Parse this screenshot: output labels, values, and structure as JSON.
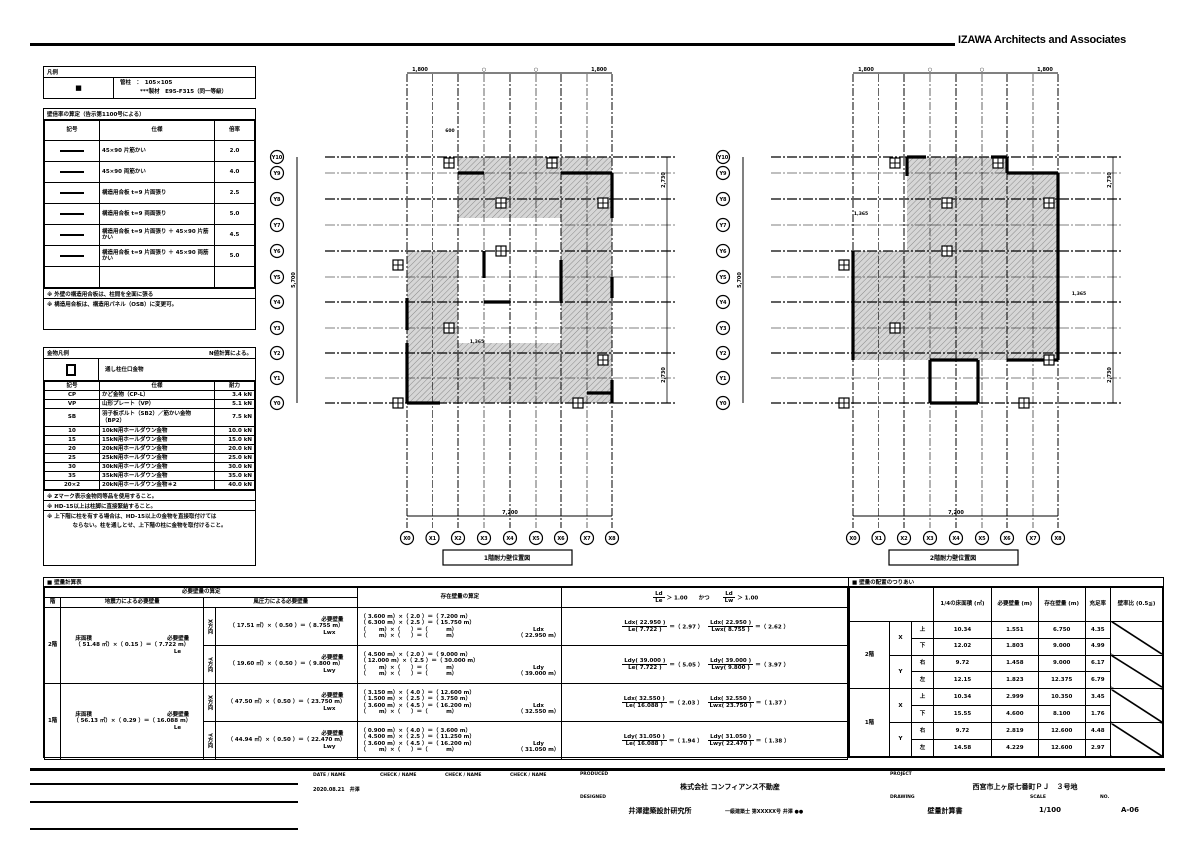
{
  "header": {
    "brand": "IZAWA Architects and Associates"
  },
  "legend_column": {
    "title": "凡例",
    "symbol": "■",
    "line1": "管柱　：　105×105",
    "line2": "***製材　E95-F315（同一等級）"
  },
  "legend_wall": {
    "title": "壁倍率の算定（告示第1100号による）",
    "headers": [
      "記号",
      "仕様",
      "倍率"
    ],
    "rows": [
      {
        "spec": "45×90 片筋かい",
        "rate": "2.0"
      },
      {
        "spec": "45×90 両筋かい",
        "rate": "4.0"
      },
      {
        "spec": "構造用合板 t=9 片面張り",
        "rate": "2.5"
      },
      {
        "spec": "構造用合板 t=9 両面張り",
        "rate": "5.0"
      },
      {
        "spec": "構造用合板 t=9 片面張り ＋ 45×90 片筋かい",
        "rate": "4.5"
      },
      {
        "spec": "構造用合板 t=9 片面張り ＋ 45×90 両筋かい",
        "rate": "5.0"
      }
    ],
    "notes": [
      "※ 外壁の構造用合板は、柱間を全面に張る",
      "※ 構造用合板は、構造用パネル（OSB）に変更可。"
    ]
  },
  "legend_hardware": {
    "title": "金物凡例",
    "title_right": "N値計算による。",
    "through_column": "通し柱仕口金物",
    "headers": [
      "記号",
      "仕様",
      "耐力"
    ],
    "rows": [
      {
        "code": "CP",
        "spec": "かど金物（CP-L）",
        "cap": "3.4 kN"
      },
      {
        "code": "VP",
        "spec": "山形プレート（VP）",
        "cap": "5.1 kN"
      },
      {
        "code": "SB",
        "spec": "羽子板ボルト（SB2）／筋かい金物 （BP2）",
        "cap": "7.5 kN"
      },
      {
        "code": "10",
        "spec": "10kN用ホールダウン金物",
        "cap": "10.0 kN"
      },
      {
        "code": "15",
        "spec": "15kN用ホールダウン金物",
        "cap": "15.0 kN"
      },
      {
        "code": "20",
        "spec": "20kN用ホールダウン金物",
        "cap": "20.0 kN"
      },
      {
        "code": "25",
        "spec": "25kN用ホールダウン金物",
        "cap": "25.0 kN"
      },
      {
        "code": "30",
        "spec": "30kN用ホールダウン金物",
        "cap": "30.0 kN"
      },
      {
        "code": "35",
        "spec": "35kN用ホールダウン金物",
        "cap": "35.0 kN"
      },
      {
        "code": "20×2",
        "spec": "20kN用ホールダウン金物＊2",
        "cap": "40.0 kN"
      }
    ],
    "notes": [
      "※ Zマーク表示金物同等品を使用すること。",
      "※ HD-15以上は柱脚に直接緊結すること。",
      "※ 上下階に柱を有する場合は、HD-15以上の金物を直接取付けては",
      "ならない。柱を通しとせ、上下階の柱に金物を取付けること。"
    ]
  },
  "plans": [
    {
      "title": "1階耐力壁位置図",
      "dim_top": [
        "1,800",
        "○",
        "○",
        "1,800"
      ],
      "dim_left": "5,700",
      "dim_right": [
        "2,730",
        "2,730"
      ],
      "dim_bottom": "7,200",
      "dim_inner": [
        "600",
        "1,365"
      ]
    },
    {
      "title": "2階耐力壁位置図",
      "dim_top": [
        "1,800",
        "○",
        "○",
        "1,800"
      ],
      "dim_left": "5,700",
      "dim_right": [
        "2,730",
        "2,730"
      ],
      "dim_bottom": "7,200",
      "dim_inner": [
        "1,365",
        "1,365"
      ]
    }
  ],
  "grid": {
    "x": [
      "X0",
      "X1",
      "X2",
      "X3",
      "X4",
      "X5",
      "X6",
      "X7",
      "X8"
    ],
    "y": [
      "Y10",
      "Y9",
      "Y8",
      "Y7",
      "Y6",
      "Y5",
      "Y4",
      "Y3",
      "Y2",
      "Y1",
      "Y0"
    ]
  },
  "wall_calc": {
    "title": "■ 壁量計算表",
    "required": "必要壁量の算定",
    "floor": "階",
    "seismic": "地震力による必要壁量",
    "wind": "風圧力による必要壁量",
    "existing": "存在壁量の算定",
    "ratio_head": {
      "a_num": "Ld",
      "a_den": "Le",
      "a_cmp": "＞ 1.00",
      "and": "かつ",
      "b_num": "Ld",
      "b_den": "Lw",
      "b_cmp": "＞ 1.00"
    },
    "floors": [
      {
        "name": "2階",
        "seismic": {
          "label1": "床面積",
          "label2": "必要壁量",
          "text": "（ 51.48 ㎡）×（ 0.15 ）＝（ 7.722 m）",
          "sub": "Le"
        },
        "dirs": [
          {
            "dir": "X方向",
            "wind": "（ 17.51 ㎡）×（ 0.50 ）＝（ 8.755 m）",
            "wind_lbl": "必要壁量",
            "wind_sub": "Lwx",
            "exist": [
              "（ 3.600 m）×（ 2.0 ）＝（ 7.200 m）",
              "（ 6.300 m）×（ 2.5 ）＝（ 15.750 m）",
              "（　　 m）×（　　）＝（　　　 m）",
              "（　　 m）×（　　）＝（　　　 m）"
            ],
            "total_lbl": "Ldx",
            "total": "（ 22.950 m）",
            "r1": {
              "num": "Ldx( 22.950 )",
              "den": "Le( 7.722 )",
              "val": "＝（ 2.97 ）"
            },
            "r2": {
              "num": "Ldx( 22.950 )",
              "den": "Lwx( 8.755 )",
              "val": "＝（ 2.62 ）"
            }
          },
          {
            "dir": "Y方向",
            "wind": "（ 19.60 ㎡）×（ 0.50 ）＝（ 9.800 m）",
            "wind_lbl": "必要壁量",
            "wind_sub": "Lwy",
            "exist": [
              "（ 4.500 m）×（ 2.0 ）＝（ 9.000 m）",
              "（ 12.000 m）×（ 2.5 ）＝（ 30.000 m）",
              "（　　 m）×（　　）＝（　　　 m）",
              "（　　 m）×（　　）＝（　　　 m）"
            ],
            "total_lbl": "Ldy",
            "total": "（ 39.000 m）",
            "r1": {
              "num": "Ldy( 39.000 )",
              "den": "Le( 7.722 )",
              "val": "＝（ 5.05 ）"
            },
            "r2": {
              "num": "Ldy( 39.000 )",
              "den": "Lwy( 9.800 )",
              "val": "＝（ 3.97 ）"
            }
          }
        ]
      },
      {
        "name": "1階",
        "seismic": {
          "label1": "床面積",
          "label2": "必要壁量",
          "text": "（ 56.13 ㎡）×（ 0.29 ）＝（ 16.088 m）",
          "sub": "Le"
        },
        "dirs": [
          {
            "dir": "X方向",
            "wind": "（ 47.50 ㎡）×（ 0.50 ）＝（ 23.750 m）",
            "wind_lbl": "必要壁量",
            "wind_sub": "Lwx",
            "exist": [
              "（ 3.150 m）×（ 4.0 ）＝（ 12.600 m）",
              "（ 1.500 m）×（ 2.5 ）＝（ 3.750 m）",
              "（ 3.600 m）×（ 4.5 ）＝（ 16.200 m）",
              "（　　 m）×（　　）＝（　　　 m）"
            ],
            "total_lbl": "Ldx",
            "total": "（ 32.550 m）",
            "r1": {
              "num": "Ldx( 32.550 )",
              "den": "Le( 16.088 )",
              "val": "＝（ 2.03 ）"
            },
            "r2": {
              "num": "Ldx( 32.550 )",
              "den": "Lwx( 23.750 )",
              "val": "＝（ 1.37 ）"
            }
          },
          {
            "dir": "Y方向",
            "wind": "（ 44.94 ㎡）×（ 0.50 ）＝（ 22.470 m）",
            "wind_lbl": "必要壁量",
            "wind_sub": "Lwy",
            "exist": [
              "（ 0.900 m）×（ 4.0 ）＝（ 3.600 m）",
              "（ 4.500 m）×（ 2.5 ）＝（ 11.250 m）",
              "（ 3.600 m）×（ 4.5 ）＝（ 16.200 m）",
              "（　　 m）×（　　）＝（　　　 m）"
            ],
            "total_lbl": "Ldy",
            "total": "（ 31.050 m）",
            "r1": {
              "num": "Ldy( 31.050 )",
              "den": "Le( 16.088 )",
              "val": "＝（ 1.94 ）"
            },
            "r2": {
              "num": "Ldy( 31.050 )",
              "den": "Lwy( 22.470 )",
              "val": "＝（ 1.38 ）"
            }
          }
        ]
      }
    ]
  },
  "balance": {
    "title": "■ 壁量の配置のつりあい",
    "headers": [
      "1/4の床面積 (㎡)",
      "必要壁量 (m)",
      "存在壁量 (m)",
      "充足率",
      "壁率比 (0.5≦)"
    ],
    "floors": [
      {
        "name": "2階",
        "dirs": [
          {
            "dir": "X",
            "rows": [
              [
                "上",
                "10.34",
                "1.551",
                "6.750",
                "4.35"
              ],
              [
                "下",
                "12.02",
                "1.803",
                "9.000",
                "4.99"
              ]
            ]
          },
          {
            "dir": "Y",
            "rows": [
              [
                "右",
                "9.72",
                "1.458",
                "9.000",
                "6.17"
              ],
              [
                "左",
                "12.15",
                "1.823",
                "12.375",
                "6.79"
              ]
            ]
          }
        ]
      },
      {
        "name": "1階",
        "dirs": [
          {
            "dir": "X",
            "rows": [
              [
                "上",
                "10.34",
                "2.999",
                "10.350",
                "3.45"
              ],
              [
                "下",
                "15.55",
                "4.600",
                "8.100",
                "1.76"
              ]
            ]
          },
          {
            "dir": "Y",
            "rows": [
              [
                "右",
                "9.72",
                "2.819",
                "12.600",
                "4.48"
              ],
              [
                "左",
                "14.58",
                "4.229",
                "12.600",
                "2.97"
              ]
            ]
          }
        ]
      }
    ]
  },
  "title_block": {
    "date_label": "DATE / NAME",
    "date": "2020.08.21　井澤",
    "check_labels": [
      "CHECK / NAME",
      "CHECK / NAME",
      "CHECK / NAME"
    ],
    "client_label": "PRODUCED",
    "client": "株式会社 コンフィアンス不動産",
    "designer_label": "DESIGNED",
    "designer": "井澤建築設計研究所",
    "designer_sub": "一級建築士 第XXXXX号 井澤 ●●",
    "project_label": "PROJECT",
    "project": "西宮市上ヶ原七番町ＰＪ　３号地",
    "drawing_label": "DRAWING",
    "drawing": "壁量計算書",
    "scale_label": "SCALE",
    "scale": "1/100",
    "no_label": "NO.",
    "no": "A-06"
  }
}
